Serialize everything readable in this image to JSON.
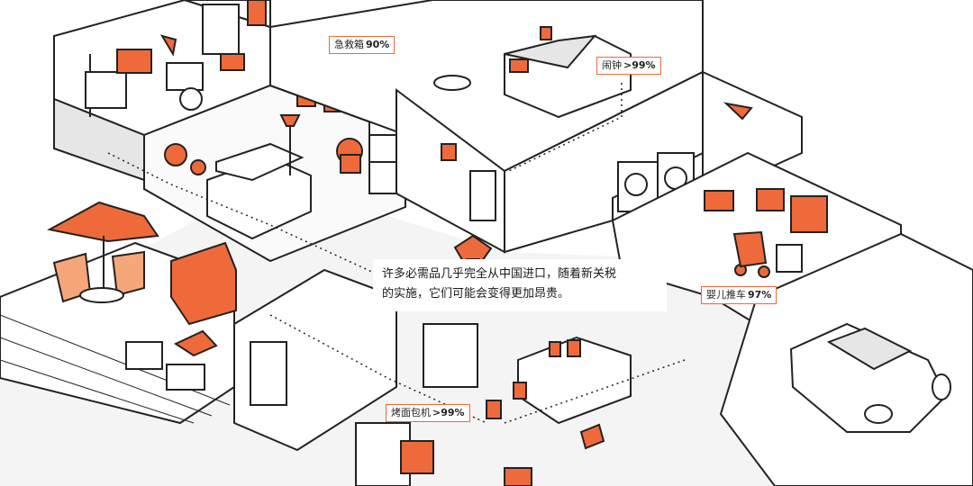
{
  "caption": {
    "line1": "许多必需品几乎完全从中国进口，随着新关税",
    "line2": "的实施，它们可能会变得更加昂贵。"
  },
  "labels": [
    {
      "name": "急救箱",
      "value": "90%"
    },
    {
      "name": "闹钟",
      "value": ">99%"
    },
    {
      "name": "婴儿推车",
      "value": "97%"
    },
    {
      "name": "烤面包机",
      "value": ">99%"
    }
  ],
  "colors": {
    "accent": "#ef6a3a",
    "accent_light": "#f6a77a",
    "line": "#222222",
    "fill": "#ffffff",
    "shade": "#e6e6e6"
  }
}
